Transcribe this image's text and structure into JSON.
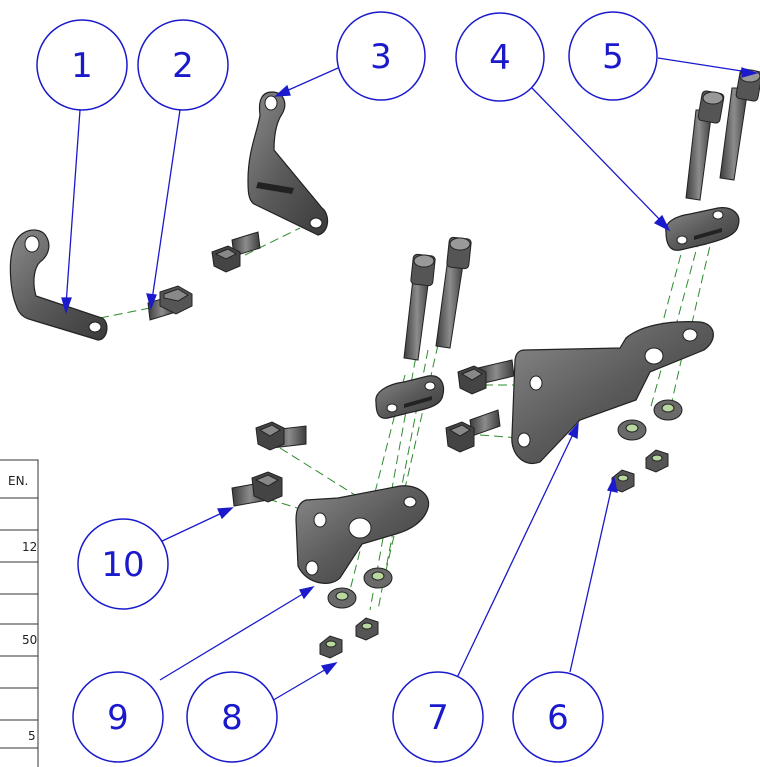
{
  "balloons": [
    {
      "id": "1",
      "label": "1"
    },
    {
      "id": "2",
      "label": "2"
    },
    {
      "id": "3",
      "label": "3"
    },
    {
      "id": "4",
      "label": "4"
    },
    {
      "id": "5",
      "label": "5"
    },
    {
      "id": "6",
      "label": "6"
    },
    {
      "id": "7",
      "label": "7"
    },
    {
      "id": "8",
      "label": "8"
    },
    {
      "id": "9",
      "label": "9"
    },
    {
      "id": "10",
      "label": "10"
    }
  ],
  "bom_table": {
    "header_fragment": "EN.",
    "cell_fragments": [
      "12",
      "50",
      "5"
    ]
  },
  "colors": {
    "balloon": "#1a1acc",
    "centerline": "#2e8b2e",
    "part_dark": "#3a3a3a",
    "part_mid": "#6b6b6b",
    "part_light": "#9a9a9a"
  }
}
